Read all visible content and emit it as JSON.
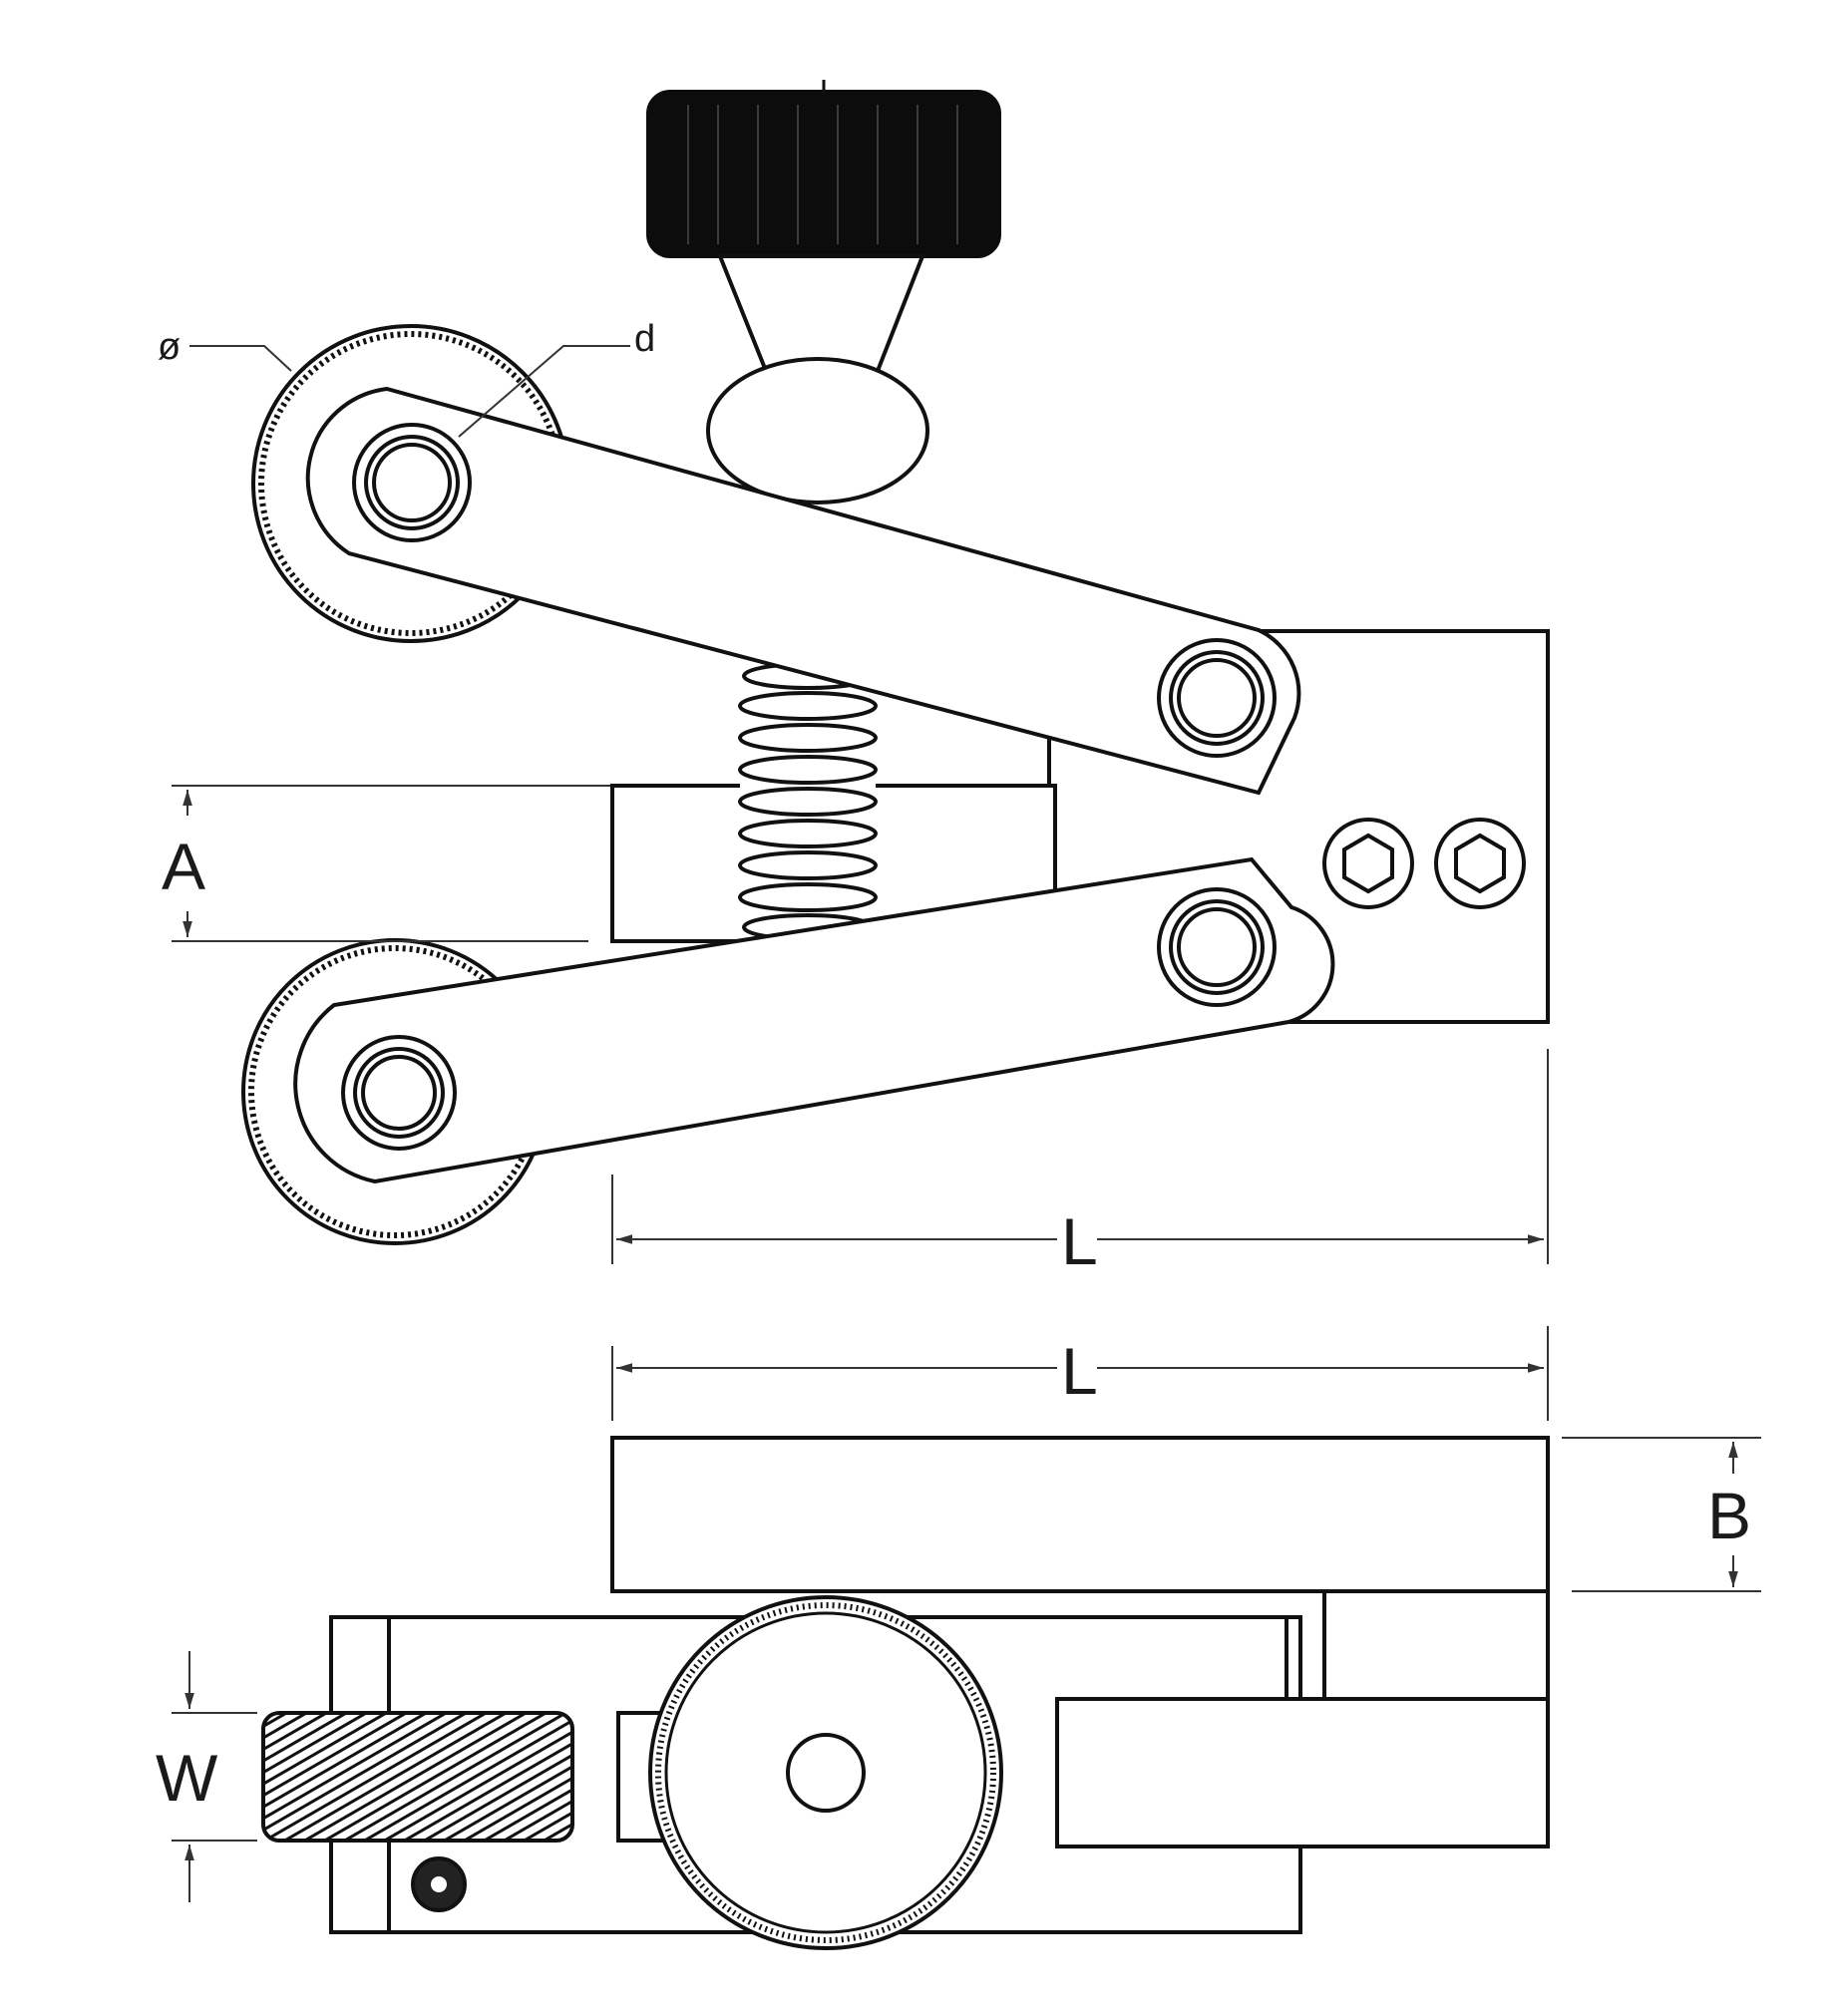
{
  "diagram": {
    "labels": {
      "diameter": "ø",
      "bore": "d",
      "a": "A",
      "l_top": "L",
      "l_bottom": "L",
      "b": "B",
      "w": "W"
    },
    "colors": {
      "stroke": "#111111",
      "fill": "#ffffff",
      "knob": "#0c0c0c",
      "dim_line": "#333333"
    }
  }
}
